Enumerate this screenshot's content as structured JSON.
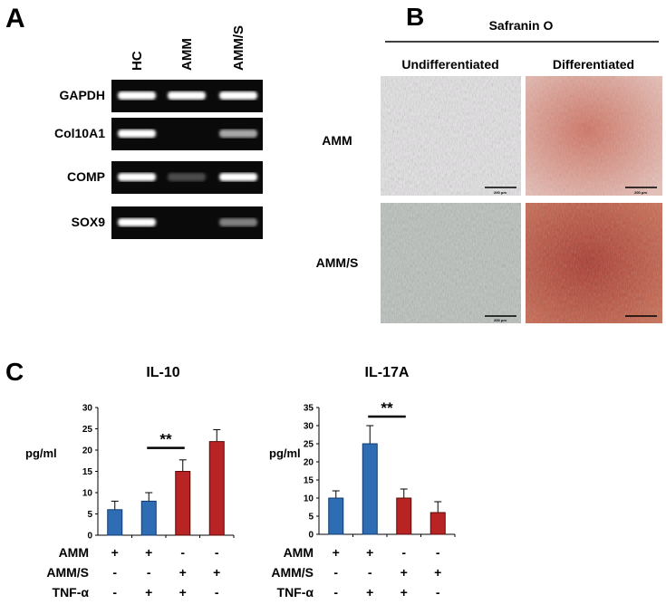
{
  "panel_a": {
    "label": "A",
    "lanes": [
      "HC",
      "AMM",
      "AMM/S"
    ],
    "genes": [
      {
        "name": "GAPDH",
        "band_intensity": [
          1.0,
          1.0,
          1.0
        ]
      },
      {
        "name": "Col10A1",
        "band_intensity": [
          1.0,
          0.0,
          0.55
        ]
      },
      {
        "name": "COMP",
        "band_intensity": [
          1.0,
          0.08,
          1.0
        ]
      },
      {
        "name": "SOX9",
        "band_intensity": [
          1.0,
          0.0,
          0.35
        ]
      }
    ]
  },
  "panel_b": {
    "label": "B",
    "stain": "Safranin O",
    "columns": [
      "Undifferentiated",
      "Differentiated"
    ],
    "rows": [
      "AMM",
      "AMM/S"
    ],
    "scale_bar": "200 μm"
  },
  "panel_c": {
    "label": "C",
    "condition_labels": [
      "AMM",
      "AMM/S",
      "TNF-α"
    ],
    "conditions": [
      [
        "+",
        "+",
        "-",
        "-"
      ],
      [
        "-",
        "-",
        "+",
        "+"
      ],
      [
        "-",
        "+",
        "+",
        "-"
      ]
    ]
  },
  "colors": {
    "blue": "#2e6db4",
    "red": "#b82323"
  },
  "chart_data": [
    {
      "type": "bar",
      "title": "IL-10",
      "ylabel": "pg/ml",
      "ylim": [
        0,
        30
      ],
      "yticks": [
        "0",
        "5",
        "10",
        "15",
        "20",
        "25",
        "30"
      ],
      "values": [
        6,
        8,
        15,
        22
      ],
      "errors": [
        2,
        2,
        2.7,
        2.8
      ],
      "bar_colors": [
        "blue",
        "blue",
        "red",
        "red"
      ],
      "significance": {
        "between": [
          1,
          2
        ],
        "label": "**",
        "level": 20.5
      }
    },
    {
      "type": "bar",
      "title": "IL-17A",
      "ylabel": "pg/ml",
      "ylim": [
        0,
        35
      ],
      "yticks": [
        "0",
        "5",
        "10",
        "15",
        "20",
        "25",
        "30",
        "35"
      ],
      "values": [
        10,
        25,
        10,
        6
      ],
      "errors": [
        2,
        5,
        2.5,
        3
      ],
      "bar_colors": [
        "blue",
        "blue",
        "red",
        "red"
      ],
      "significance": {
        "between": [
          1,
          2
        ],
        "label": "**",
        "level": 32.5
      }
    }
  ]
}
